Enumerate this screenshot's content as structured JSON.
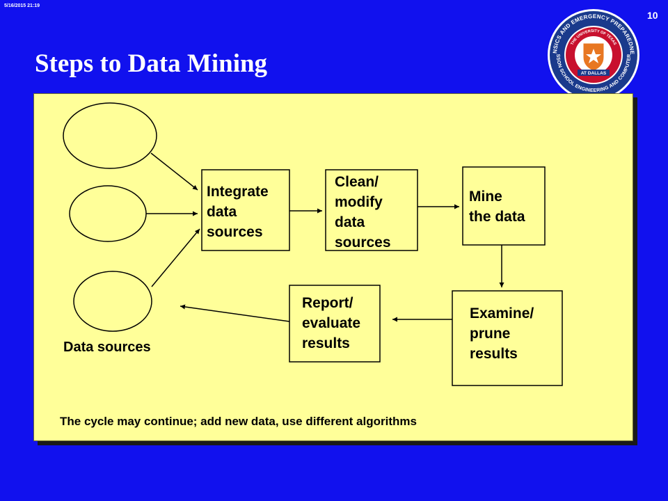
{
  "header": {
    "timestamp": "5/16/2015   21:19",
    "page_number": "10",
    "title": "Steps to Data Mining"
  },
  "seal": {
    "outer_text": "DIGITAL FORENSICS AND EMERGENCY PREPAREDNESS INSTITUTE",
    "lower_text": "ERIK JONSSON SCHOOL ENGINEERING AND COMPUTER SCIENCE",
    "inner_text": "THE UNIVERSITY OF TEXAS",
    "banner_text": "AT DALLAS",
    "colors": {
      "ring": "#1a3a8c",
      "inner": "#c8102e",
      "shield": "#e87722",
      "edge": "#ffffff"
    }
  },
  "diagram": {
    "nodes": {
      "integrate": "Integrate\ndata\nsources",
      "clean": "Clean/\nmodify\ndata\nsources",
      "mine": "Mine\nthe data",
      "examine": "Examine/\nprune\nresults",
      "report": "Report/\nevaluate\nresults"
    },
    "data_sources_label": "Data sources",
    "footer_note": "The cycle may continue; add new data, use different algorithms"
  },
  "colors": {
    "background": "#1111ee",
    "panel": "#ffff99",
    "text": "#000000",
    "title": "#ffffff"
  }
}
